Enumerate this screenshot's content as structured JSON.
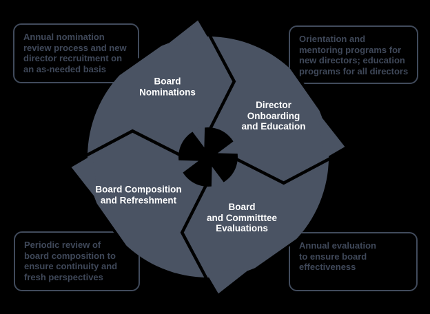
{
  "colors": {
    "background": "#000000",
    "segment": "#4a5363",
    "gap": "#000000",
    "hub": "#000000",
    "segment_label_text": "#ffffff",
    "callout_border": "#414b5c",
    "callout_text": "#3f4859"
  },
  "cycle": {
    "flow": "clockwise",
    "segments": [
      {
        "label": "Board\nNominations"
      },
      {
        "label": "Director\nOnboarding\nand Education"
      },
      {
        "label": "Board\nand Committtee\nEvaluations"
      },
      {
        "label": "Board Composition\nand Refreshment"
      }
    ]
  },
  "callouts": [
    {
      "position": "top-left",
      "text": "Annual nomination\nreview process and new\ndirector recruitment on\nan as-needed basis"
    },
    {
      "position": "top-right",
      "text": "Orientation and\nmentoring programs for\nnew directors; education\nprograms for all directors"
    },
    {
      "position": "bottom-left",
      "text": "Periodic review of\nboard composition to\nensure continuity and\nfresh perspectives"
    },
    {
      "position": "bottom-right",
      "text": "Annual evaluation\nto ensure board\neffectiveness"
    }
  ]
}
